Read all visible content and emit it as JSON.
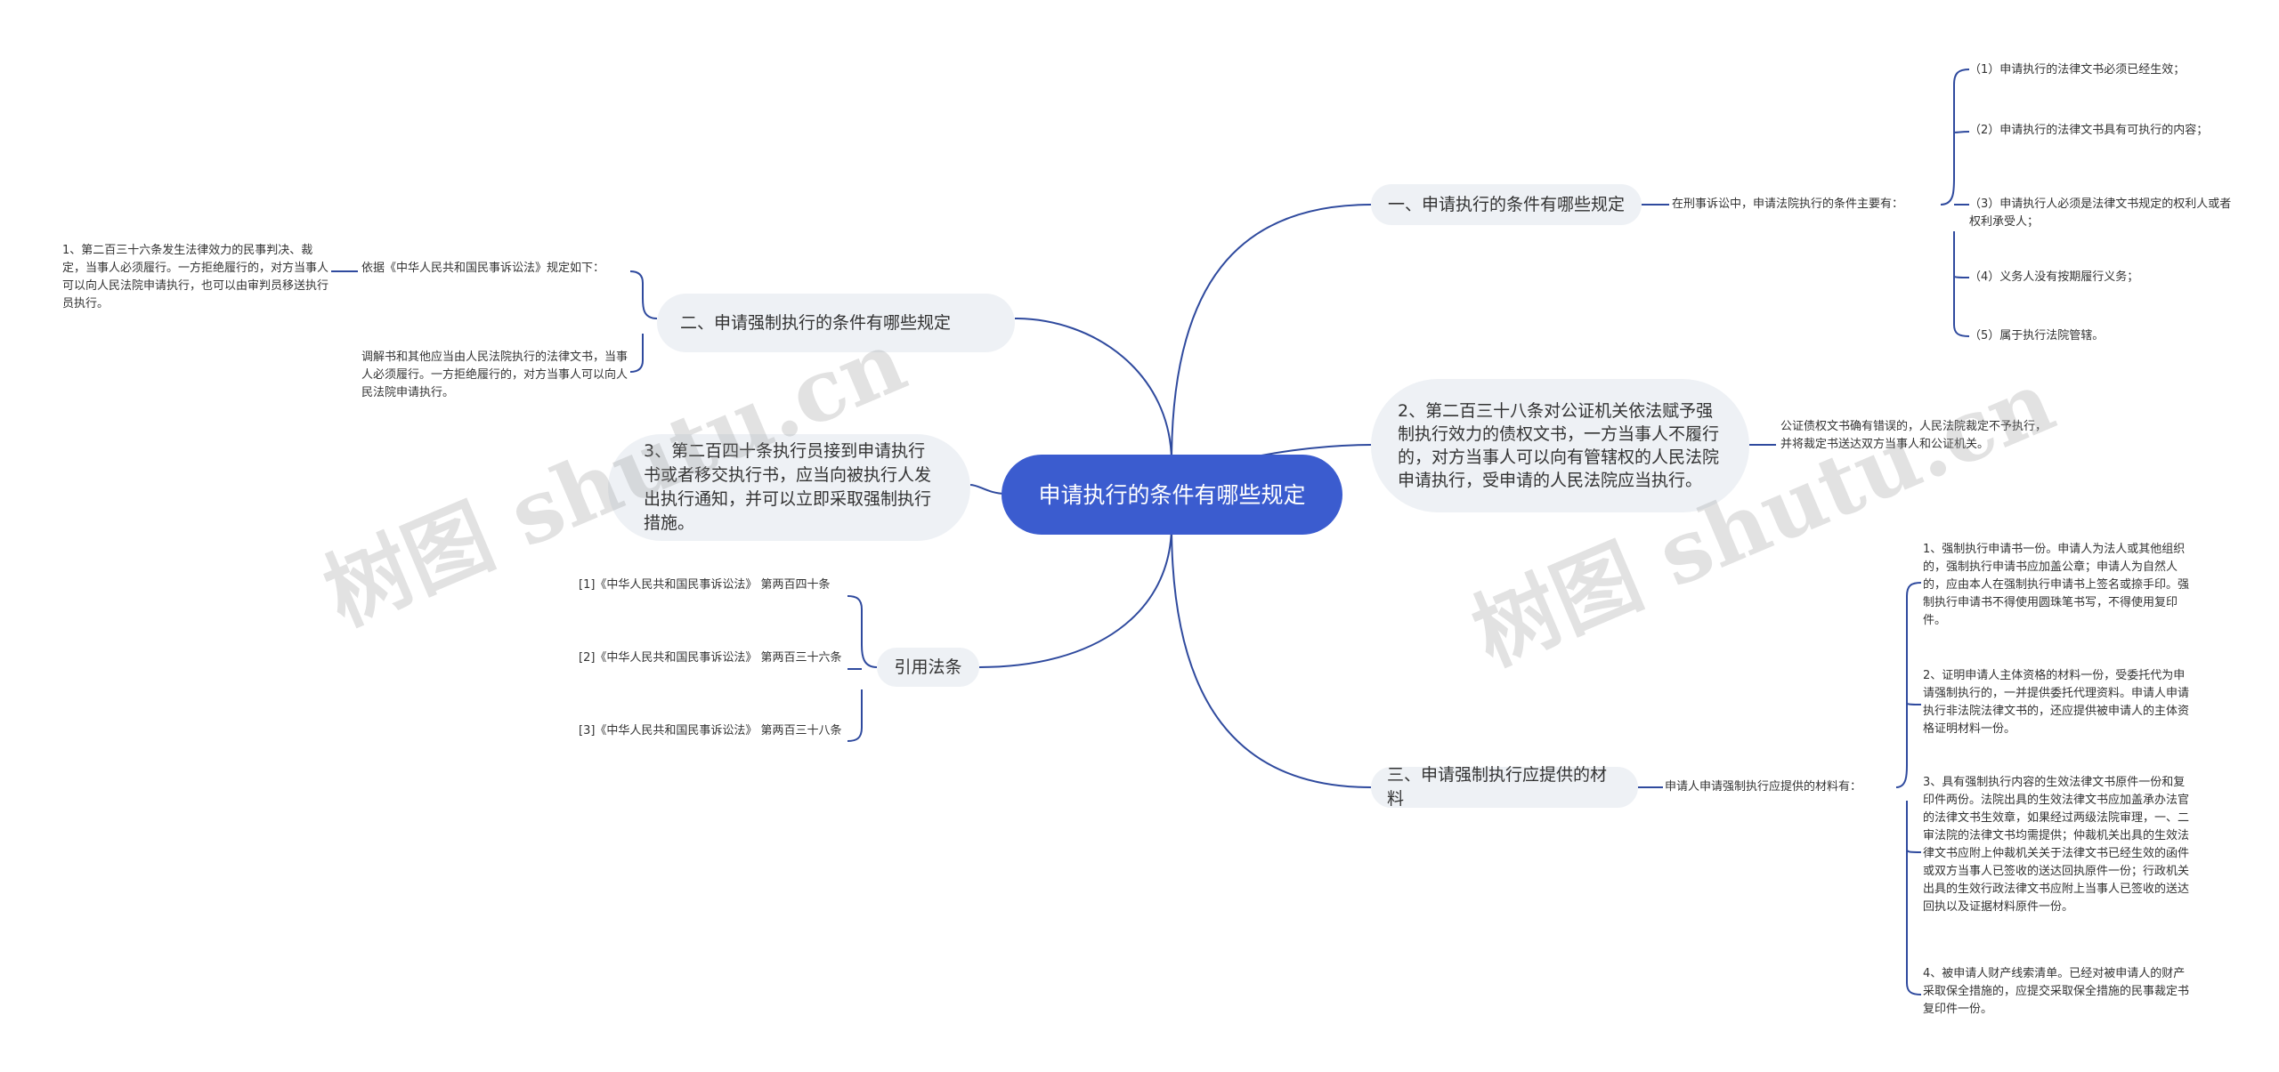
{
  "root": {
    "label": "申请执行的条件有哪些规定"
  },
  "branches": {
    "b1": {
      "label": "一、申请执行的条件有哪些规定",
      "intro": "在刑事诉讼中，申请法院执行的条件主要有：",
      "items": [
        "（1）申请执行的法律文书必须已经生效；",
        "（2）申请执行的法律文书具有可执行的内容；",
        "（3）申请执行人必须是法律文书规定的权利人或者权利承受人；",
        "（4）义务人没有按期履行义务；",
        "（5）属于执行法院管辖。"
      ]
    },
    "b2": {
      "label": "2、第二百三十八条对公证机关依法赋予强制执行效力的债权文书，一方当事人不履行的，对方当事人可以向有管辖权的人民法院申请执行，受申请的人民法院应当执行。",
      "leaf": "公证债权文书确有错误的，人民法院裁定不予执行，并将裁定书送达双方当事人和公证机关。"
    },
    "b3": {
      "label": "三、申请强制执行应提供的材料",
      "intro": "申请人申请强制执行应提供的材料有：",
      "items": [
        "1、强制执行申请书一份。申请人为法人或其他组织的，强制执行申请书应加盖公章；申请人为自然人的，应由本人在强制执行申请书上签名或捺手印。强制执行申请书不得使用圆珠笔书写，不得使用复印件。",
        "2、证明申请人主体资格的材料一份，受委托代为申请强制执行的，一并提供委托代理资料。申请人申请执行非法院法律文书的，还应提供被申请人的主体资格证明材料一份。",
        "3、具有强制执行内容的生效法律文书原件一份和复印件两份。法院出具的生效法律文书应加盖承办法官的法律文书生效章，如果经过两级法院审理，一、二审法院的法律文书均需提供；仲裁机关出具的生效法律文书应附上仲裁机关关于法律文书已经生效的函件或双方当事人已签收的送达回执原件一份；行政机关出具的生效行政法律文书应附上当事人已签收的送达回执以及证据材料原件一份。",
        "4、被申请人财产线索清单。已经对被申请人的财产采取保全措施的，应提交采取保全措施的民事裁定书复印件一份。"
      ]
    },
    "b4": {
      "label": "二、申请强制执行的条件有哪些规定",
      "mid": "依据《中华人民共和国民事诉讼法》规定如下：",
      "mid_leaf": "1、第二百三十六条发生法律效力的民事判决、裁定，当事人必须履行。一方拒绝履行的，对方当事人可以向人民法院申请执行，也可以由审判员移送执行员执行。",
      "leaf2": "调解书和其他应当由人民法院执行的法律文书，当事人必须履行。一方拒绝履行的，对方当事人可以向人民法院申请执行。"
    },
    "b5": {
      "label": "3、第二百四十条执行员接到申请执行书或者移交执行书，应当向被执行人发出执行通知，并可以立即采取强制执行措施。"
    },
    "b6": {
      "label": "引用法条",
      "items": [
        "[1]《中华人民共和国民事诉讼法》 第两百四十条",
        "[2]《中华人民共和国民事诉讼法》 第两百三十六条",
        "[3]《中华人民共和国民事诉讼法》 第两百三十八条"
      ]
    }
  },
  "watermarks": [
    "树图 shutu.cn",
    "树图 shutu.cn"
  ],
  "colors": {
    "root": "#3b5ccf",
    "branch_bg": "#eef1f5",
    "line": "#2f4a9e"
  }
}
